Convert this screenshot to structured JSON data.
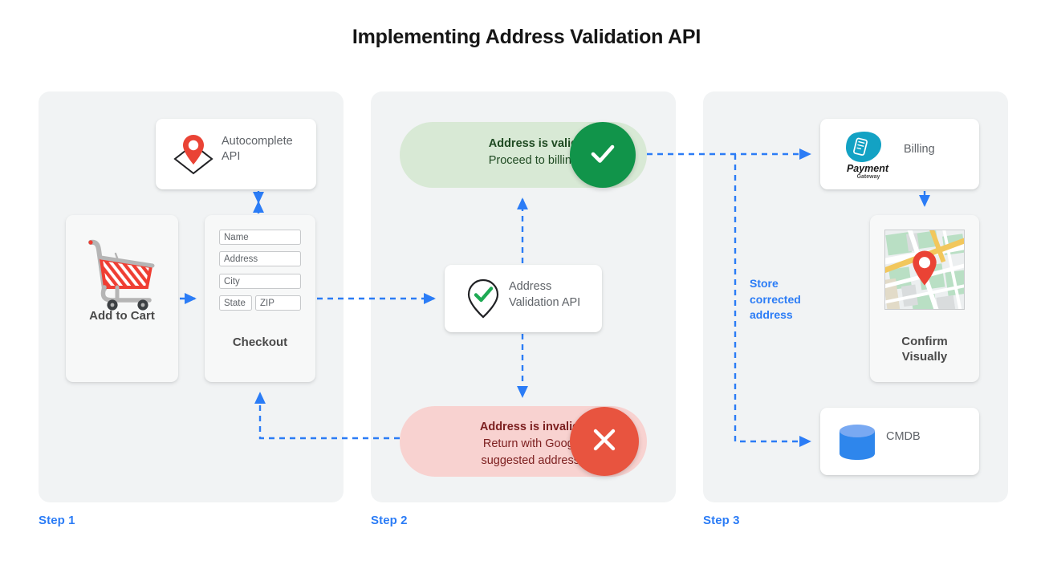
{
  "page": {
    "title": "Implementing Address Validation API",
    "background": "#ffffff",
    "accent_blue": "#2b7cf6",
    "panel_bg": "#f1f3f4"
  },
  "steps": [
    {
      "label": "Step 1"
    },
    {
      "label": "Step 2"
    },
    {
      "label": "Step 3"
    }
  ],
  "step1": {
    "autocomplete": {
      "icon": "map-pin-diamond-icon",
      "label": "Autocomplete\nAPI",
      "label_line1": "Autocomplete",
      "label_line2": "API"
    },
    "add_to_cart": {
      "icon": "shopping-cart-icon",
      "caption": "Add to Cart"
    },
    "checkout": {
      "caption": "Checkout",
      "fields": [
        {
          "name": "name-field",
          "placeholder": "Name"
        },
        {
          "name": "address-field",
          "placeholder": "Address"
        },
        {
          "name": "city-field",
          "placeholder": "City"
        },
        {
          "name": "state-field",
          "placeholder": "State"
        },
        {
          "name": "zip-field",
          "placeholder": "ZIP"
        }
      ]
    }
  },
  "step2": {
    "valid": {
      "headline": "Address is valid.",
      "detail": "Proceed to billing.",
      "badge_icon": "checkmark-icon",
      "badge_color": "#11944a",
      "pill_color": "#d8e9d5",
      "text_color": "#1f4a22"
    },
    "validation_api": {
      "icon": "pin-check-icon",
      "label_line1": "Address",
      "label_line2": "Validation API"
    },
    "invalid": {
      "headline": "Address is invalid.",
      "detail_line1": "Return with Google",
      "detail_line2": "suggested address.",
      "badge_icon": "x-icon",
      "badge_color": "#e8543f",
      "pill_color": "#f8d2d0",
      "text_color": "#7d2020"
    }
  },
  "step3": {
    "billing": {
      "icon": "payment-gateway-logo",
      "logo_line1": "Payment",
      "logo_line2": "Gateway",
      "label": "Billing"
    },
    "confirm": {
      "icon": "map-thumbnail-icon",
      "caption_line1": "Confirm",
      "caption_line2": "Visually"
    },
    "cmdb": {
      "icon": "database-cylinder-icon",
      "label": "CMDB"
    },
    "annotation": {
      "line1": "Store",
      "line2": "corrected",
      "line3": "address"
    }
  }
}
